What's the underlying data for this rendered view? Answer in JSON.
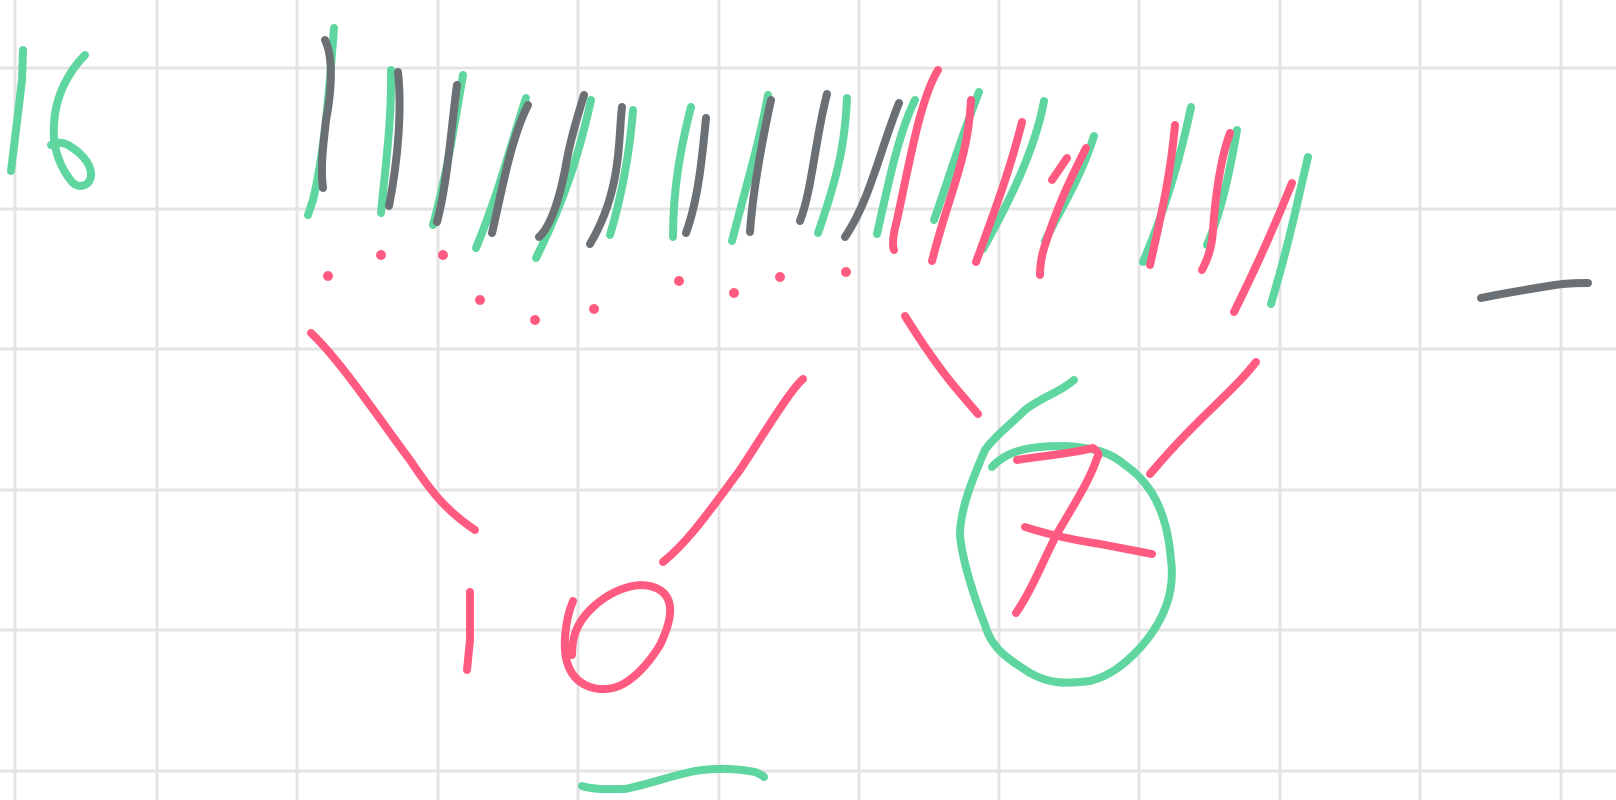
{
  "board": {
    "background": "#ffffff",
    "grid_color": "#e4e4e4",
    "ink": {
      "green": "#5fd6a0",
      "gray": "#6b7074",
      "pink": "#ff5a80"
    },
    "handwritten": {
      "top_left_number": "16",
      "bottom_number": "10",
      "circled_digit": "7"
    }
  }
}
